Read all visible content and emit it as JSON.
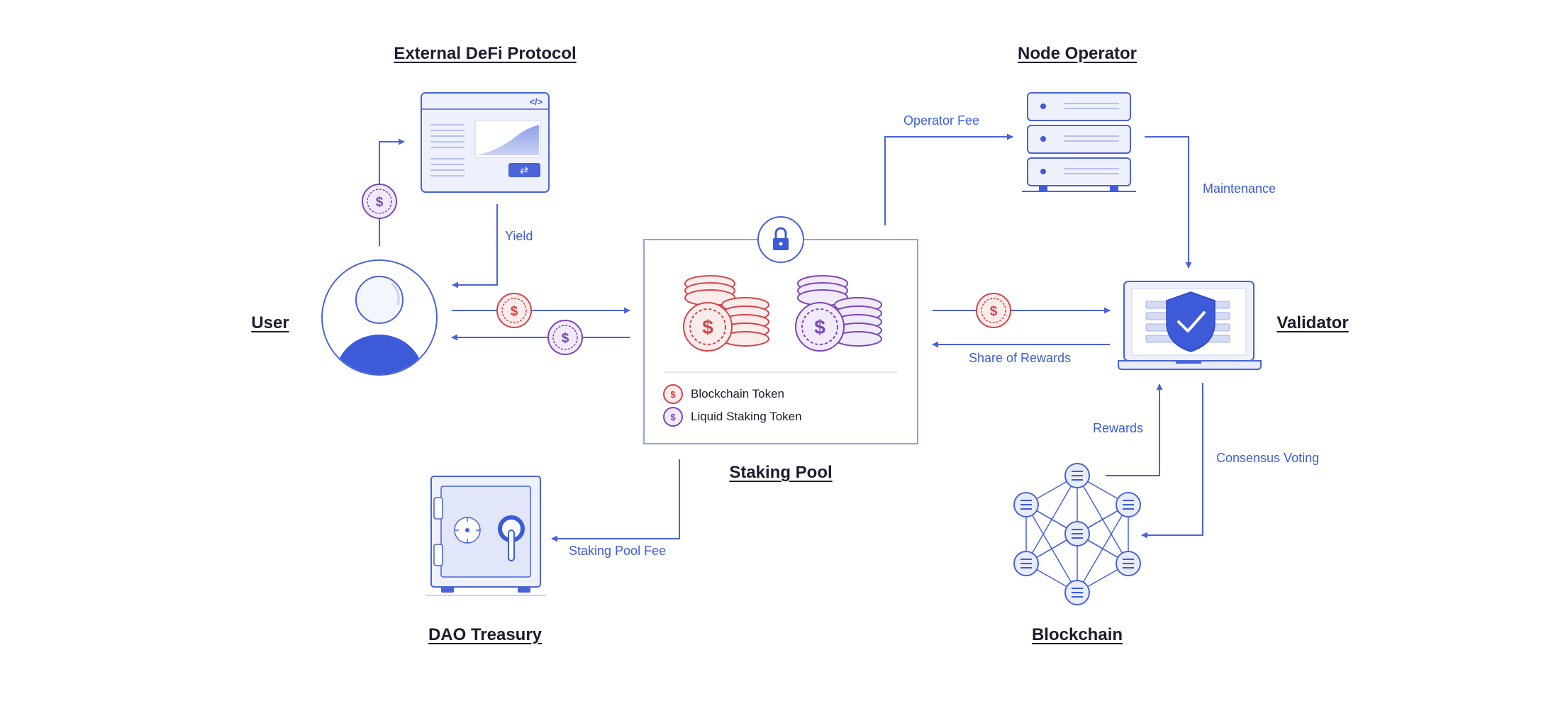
{
  "headings": {
    "external_defi": "External DeFi Protocol",
    "node_operator": "Node Operator",
    "user": "User",
    "validator": "Validator",
    "staking_pool": "Staking Pool",
    "dao_treasury": "DAO Treasury",
    "blockchain": "Blockchain"
  },
  "flows": {
    "yield": "Yield",
    "operator_fee": "Operator Fee",
    "maintenance": "Maintenance",
    "share_of_rewards": "Share of Rewards",
    "rewards": "Rewards",
    "consensus_voting": "Consensus Voting",
    "staking_pool_fee": "Staking Pool Fee"
  },
  "legend": {
    "blockchain_token": "Blockchain Token",
    "liquid_staking_token": "Liquid Staking Token"
  },
  "icons": {
    "coin_symbol": "$",
    "code_symbol": "</>",
    "swap_symbol": "⇄"
  },
  "colors": {
    "accent": "#3d5bd9",
    "line": "#4a63d6",
    "blockchain_token": "#d0454c",
    "liquid_staking_token": "#7b45b8",
    "light_fill": "#e8ecfa",
    "text": "#1c1d2e"
  }
}
